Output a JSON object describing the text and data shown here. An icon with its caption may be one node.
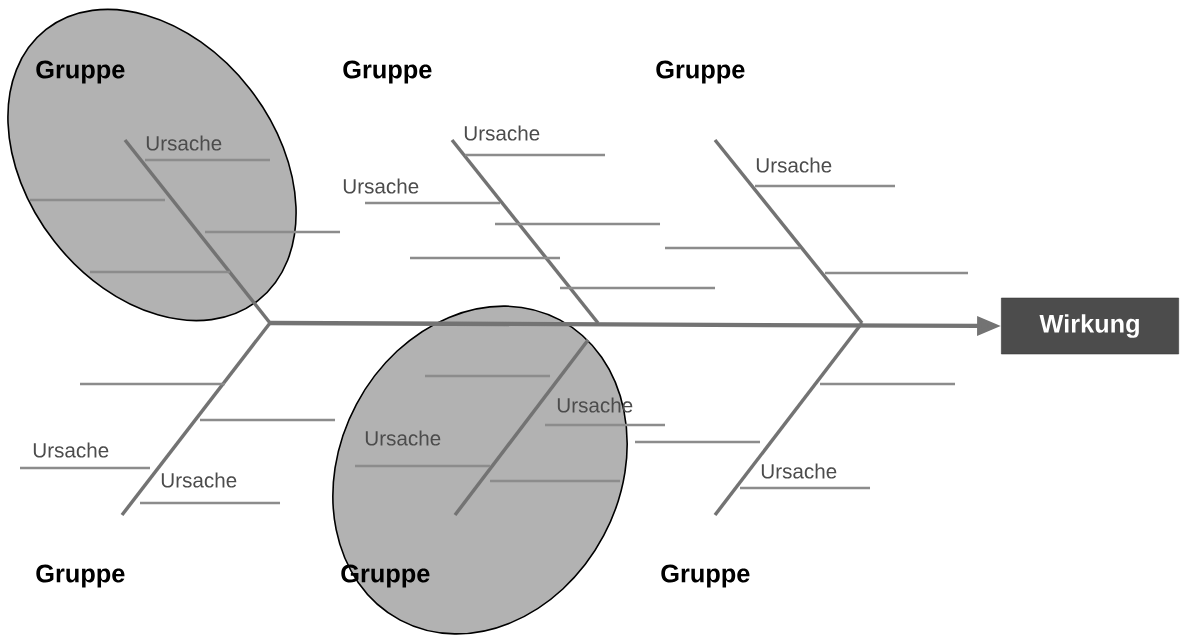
{
  "diagram": {
    "nodes": [
      {
        "text": [
          "Gruppe",
          "Ursache"
        ]
      },
      {
        "text": [
          "Wirkung"
        ]
      },
      {
        "text": [
          "Ursache",
          "Gruppe"
        ]
      }
    ],
    "edges": [
      {
        "from": null,
        "to": 1,
        "arrow": "to"
      }
    ],
    "labels": [
      "Gruppe",
      "Gruppe",
      "Ursache",
      "Ursache",
      "Ursache",
      "Ursache",
      "Ursache",
      "Ursache",
      "Ursache",
      "Gruppe",
      "Gruppe"
    ]
  }
}
